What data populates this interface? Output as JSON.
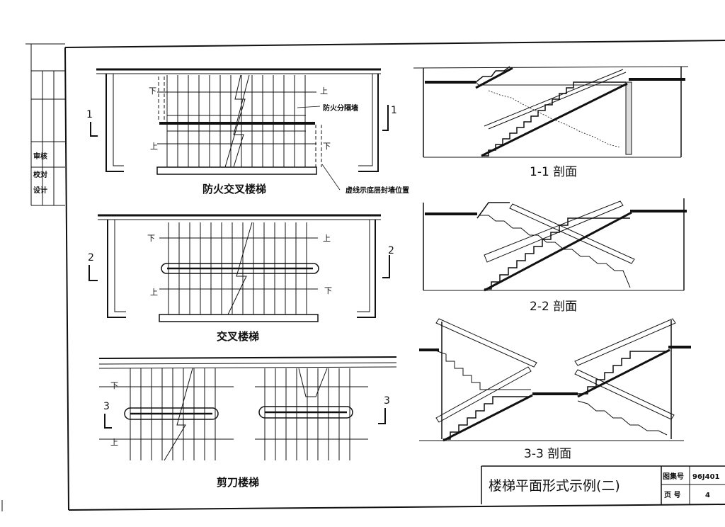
{
  "plans": {
    "fire_cross": {
      "caption": "防火交叉楼梯",
      "wall_note": "防火分隔墙",
      "dash_note": "虚线示底层封墙位置",
      "cut": "1",
      "up": "上",
      "down": "下"
    },
    "cross": {
      "caption": "交叉楼梯",
      "cut": "2",
      "up": "上",
      "down": "下"
    },
    "scissor": {
      "caption": "剪刀楼梯",
      "cut": "3",
      "up": "上",
      "down": "下"
    }
  },
  "sections": {
    "s1": "1-1  剖面",
    "s2": "2-2  剖面",
    "s3": "3-3  剖面"
  },
  "title_block": {
    "title": "楼梯平面形式示例(二)",
    "atlas_label": "图集号",
    "atlas_no": "96J401",
    "page_label": "页  号",
    "page_no": "4"
  },
  "left_stamp": {
    "rows": [
      "审核",
      "校对",
      "设计"
    ]
  }
}
